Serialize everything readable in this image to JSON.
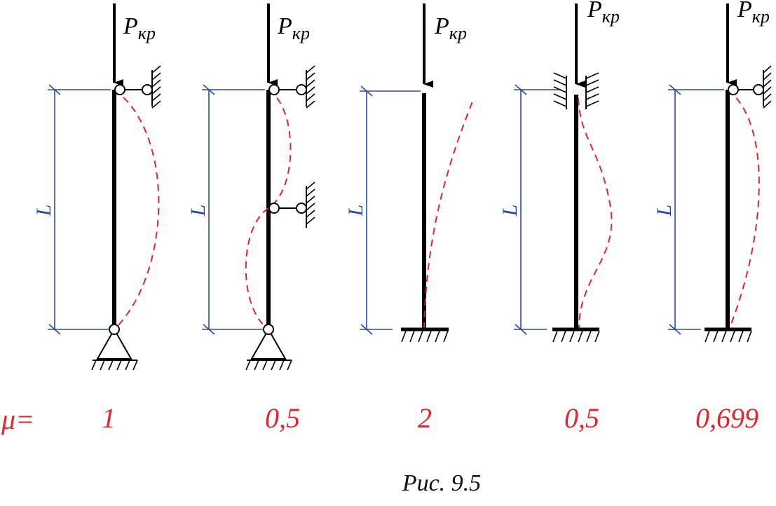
{
  "load": {
    "symbol": "P",
    "subscript": "кр"
  },
  "length_label": "L",
  "mu": {
    "prefix": "μ=",
    "values": [
      "1",
      "0,5",
      "2",
      "0,5",
      "0,699"
    ]
  },
  "caption": "Рис. 9.5",
  "colors": {
    "dimension": "#2b4aa0",
    "deflection": "#e0262b",
    "structure": "#000000"
  }
}
